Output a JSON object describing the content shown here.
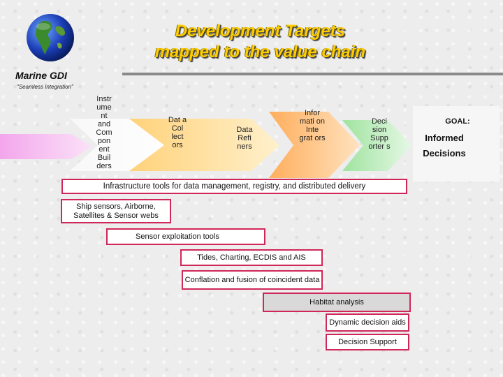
{
  "title": {
    "line1": "Development Targets",
    "line2": "mapped to the value chain"
  },
  "brand": {
    "name": "Marine GDI",
    "tagline": "\"Seamless Integration\""
  },
  "chain": [
    {
      "label": "Instr ume nt and Com pon ent Buil ders",
      "color": "#f5c6f0"
    },
    {
      "label": "Dat a Col lect ors",
      "color": "#ffffff"
    },
    {
      "label": "Data Refi ners",
      "color": "#ffe1a8"
    },
    {
      "label": "Infor mati on Inte grat ors",
      "color": "#ffc88a"
    },
    {
      "label": "Deci sion Supp orter s",
      "color": "#c9f0c9"
    }
  ],
  "goal": {
    "label": "GOAL:",
    "line1": "Informed",
    "line2": "Decisions"
  },
  "targets": [
    {
      "label": "Infrastructure tools for data management, registry, and distributed delivery"
    },
    {
      "label": "Ship sensors, Airborne, Satellites & Sensor webs"
    },
    {
      "label": "Sensor exploitation tools"
    },
    {
      "label": "Tides, Charting, ECDIS and AIS"
    },
    {
      "label": "Conflation and fusion of coincident data"
    },
    {
      "label": "Habitat analysis"
    },
    {
      "label": "Dynamic decision aids"
    },
    {
      "label": "Decision Support"
    }
  ]
}
